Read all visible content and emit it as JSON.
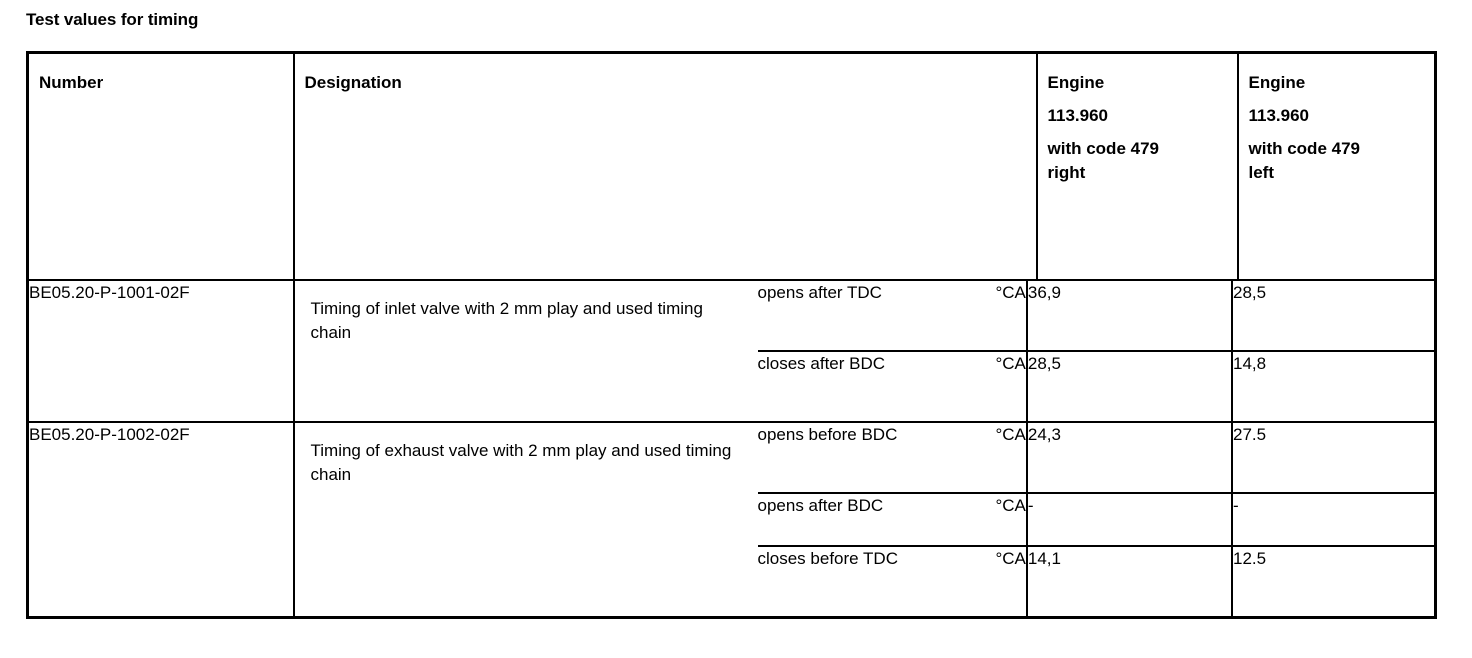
{
  "page": {
    "title": "Test values for timing"
  },
  "table": {
    "headers": {
      "number": "Number",
      "designation": "Designation",
      "engine_right": {
        "line1": "Engine",
        "line2": "113.960",
        "line3": "with code 479",
        "line4": "right"
      },
      "engine_left": {
        "line1": "Engine",
        "line2": "113.960",
        "line3": "with code 479",
        "line4": "left"
      }
    },
    "rows": [
      {
        "number": "BE05.20-P-1001-02F",
        "designation": "Timing of inlet valve with 2 mm play and used timing chain",
        "measurements": [
          {
            "label": "opens after TDC",
            "unit": "°CA",
            "value_right": "36,9",
            "value_left": "28,5"
          },
          {
            "label": "closes after BDC",
            "unit": "°CA",
            "value_right": "28,5",
            "value_left": "14,8"
          }
        ]
      },
      {
        "number": "BE05.20-P-1002-02F",
        "designation": "Timing of exhaust valve with 2 mm play and used timing chain",
        "measurements": [
          {
            "label": "opens before BDC",
            "unit": "°CA",
            "value_right": "24,3",
            "value_left": "27.5"
          },
          {
            "label": "opens after BDC",
            "unit": "°CA",
            "value_right": "-",
            "value_left": "-"
          },
          {
            "label": "closes before TDC",
            "unit": "°CA",
            "value_right": "14,1",
            "value_left": "12.5"
          }
        ]
      }
    ]
  },
  "colors": {
    "border": "#000000",
    "text": "#000000",
    "background": "#ffffff"
  }
}
